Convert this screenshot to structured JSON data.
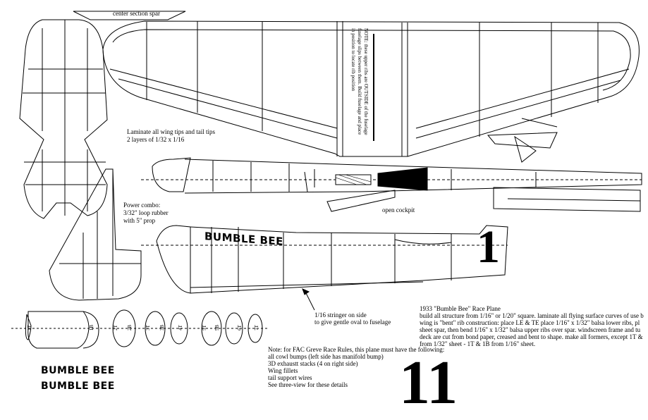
{
  "labels": {
    "center_section_spar": "center section spar",
    "laminate_note": [
      "Laminate all wing tips and tail tips",
      "2 layers of 1/32 x 1/16"
    ],
    "power_combo": [
      "Power combo:",
      "3/32\" loop rubber",
      "with 5\" prop"
    ],
    "open_cockpit": "open cockpit",
    "stringer_note": [
      "1/16 stringer on side",
      "to give gentle oval to fuselage"
    ],
    "wing_note": [
      "NOTE: these upper ribs are OUTSIDE of the fuselage",
      "fuselage slips between them. Build fuselage and place",
      "in position to locate rib position"
    ],
    "race_numbers": {
      "side": "1",
      "large": "11"
    },
    "logo_side": "BUMBLE BEE",
    "logo_decals": [
      "BUMBLE BEE",
      "BUMBLE BEE"
    ]
  },
  "formers": [
    "1T",
    "1B",
    "2T",
    "2B",
    "3T",
    "3B",
    "4T",
    "5T",
    "5B",
    "6T",
    "7T"
  ],
  "title_block": [
    "1933 \"Bumble Bee\" Race Plane",
    "build all structure from 1/16\" or 1/20\" square. laminate all flying surface curves of use b",
    "wing is \"bent\" rib construction:  place LE & TE place 1/16\" x 1/32\" balsa lower ribs, pl",
    "sheet spar, then bend 1/16\" x 1/32\" balsa upper ribs over spar.  windscreen frame and tu",
    "deck are cut from bond paper, creased and bent to shape.  make all formers, except 1T &",
    "from 1/32\" sheet - 1T & 1B from 1/16\" sheet."
  ],
  "rules_note": [
    "Note:  for FAC Greve Race Rules, this plane must have the following:",
    "all cowl bumps (left side has manifold bump)",
    "3D exhaustt stacks (4 on right side)",
    "Wing fillets",
    "tail support wires",
    "See three-view for these details"
  ]
}
